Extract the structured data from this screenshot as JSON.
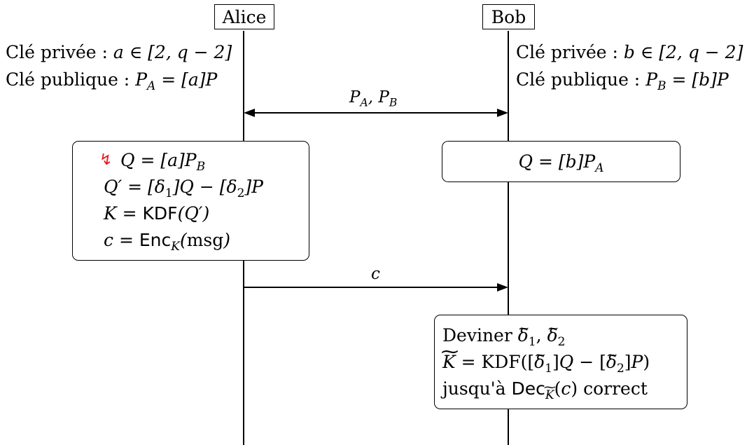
{
  "participants": {
    "alice": "Alice",
    "bob": "Bob"
  },
  "alice_keys": {
    "private_prefix": "Clé privée :",
    "private_math": "a ∈ [2, q − 2]",
    "public_prefix": "Clé publique :",
    "public_math": "P_A = [a]P"
  },
  "bob_keys": {
    "private_prefix": "Clé privée :",
    "private_math": "b ∈ [2, q − 2]",
    "public_prefix": "Clé publique :",
    "public_math": "P_B = [b]P"
  },
  "messages": {
    "exchange": "P_A, P_B",
    "ciphertext": "c"
  },
  "alice_box": {
    "fault_symbol": "↯",
    "fault_color": "#e8141c",
    "lines": [
      "Q = [a]P_B",
      "Q′ = [δ1]Q − [δ2]P",
      "K = KDF(Q′)",
      "c = Enc_K(msg)"
    ]
  },
  "bob_box": {
    "line": "Q = [b]P_A"
  },
  "attack_box": {
    "lines": [
      "Deviner δ̃1, δ̃2",
      "K̃ = KDF([δ̃1]Q − [δ̃2]P)",
      "jusqu'à Dec_K̃(c) correct"
    ]
  }
}
